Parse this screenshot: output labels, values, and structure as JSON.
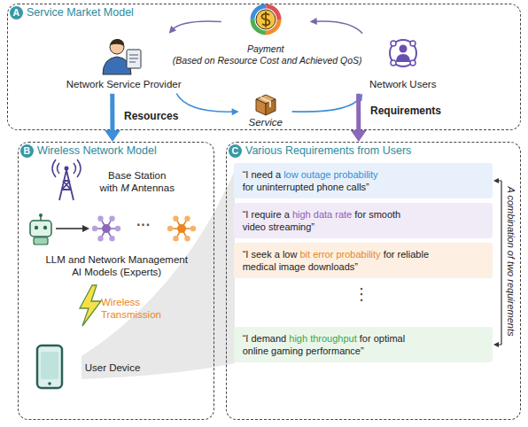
{
  "diagram": {
    "nodes": [
      {
        "text": [
          "Service Market Model"
        ]
      },
      {
        "text": [
          "A"
        ],
        "in": 0
      },
      {
        "text": [
          "Payment (Based on Resource Cost and Achieved QoS)"
        ],
        "in": 0
      },
      {
        "text": [
          "Network Service Provider"
        ],
        "in": 0
      },
      {
        "text": [
          "Network Users"
        ],
        "in": 0
      },
      {
        "text": [
          "Service"
        ],
        "in": 0
      },
      {
        "text": [
          "Wireless Network Model"
        ]
      },
      {
        "text": [
          "B"
        ],
        "in": 6
      },
      {
        "text": [
          "Base Station with M Antennas"
        ],
        "in": 6
      },
      {
        "text": [
          "LLM and Network Management AI Models (Experts)"
        ],
        "in": 6
      },
      {
        "text": [
          "User Device"
        ],
        "in": 6
      },
      {
        "text": [
          "Various Requirements from Users"
        ]
      },
      {
        "text": [
          "C"
        ],
        "in": 11
      },
      {
        "text": [
          "“I need a low outage probability for uninterrupted phone calls”"
        ],
        "in": 11
      },
      {
        "text": [
          "“I require a high data rate for smooth video streaming”"
        ],
        "in": 11
      },
      {
        "text": [
          "“I seek a low bit error probability for reliable medical image downloads”"
        ],
        "in": 11
      },
      {
        "text": [
          "“I demand high throughput for optimal online gaming performance”"
        ],
        "in": 11
      }
    ],
    "edges": [
      {
        "from": 2,
        "to": 3,
        "arrow": "to"
      },
      {
        "from": 4,
        "to": 2,
        "arrow": "to"
      },
      {
        "from": 3,
        "to": 5,
        "arrow": "to"
      },
      {
        "from": 5,
        "to": 4,
        "arrow": "to"
      },
      {
        "from": 3,
        "to": 6,
        "label": "Resources",
        "arrow": "to"
      },
      {
        "from": 4,
        "to": 11,
        "label": "Requirements",
        "arrow": "to"
      }
    ],
    "labels": [
      "···",
      "Wireless Transmission",
      "⋮",
      "A combination of two requirements"
    ]
  }
}
